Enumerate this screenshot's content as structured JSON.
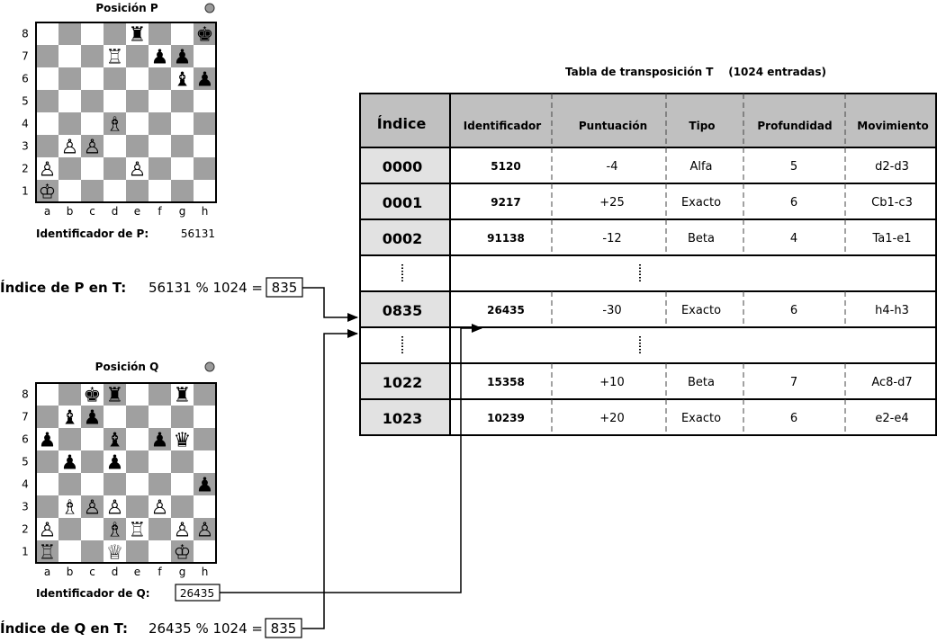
{
  "positionP": {
    "title": "Posición P",
    "identifier_label": "Identificador de P:",
    "identifier_value": "56131",
    "index_label": "Índice de P en T:",
    "index_formula": "56131 % 1024 =",
    "index_result": "835",
    "pieces": [
      {
        "sq": "e8",
        "glyph": "♜"
      },
      {
        "sq": "h8",
        "glyph": "♚"
      },
      {
        "sq": "d7",
        "glyph": "♖"
      },
      {
        "sq": "f7",
        "glyph": "♟"
      },
      {
        "sq": "g7",
        "glyph": "♟"
      },
      {
        "sq": "g6",
        "glyph": "♝"
      },
      {
        "sq": "h6",
        "glyph": "♟"
      },
      {
        "sq": "d4",
        "glyph": "♗"
      },
      {
        "sq": "b3",
        "glyph": "♙"
      },
      {
        "sq": "c3",
        "glyph": "♙"
      },
      {
        "sq": "a2",
        "glyph": "♙"
      },
      {
        "sq": "e2",
        "glyph": "♙"
      },
      {
        "sq": "a1",
        "glyph": "♔"
      }
    ]
  },
  "positionQ": {
    "title": "Posición Q",
    "identifier_label": "Identificador de Q:",
    "identifier_value": "26435",
    "index_label": "Índice de Q en T:",
    "index_formula": "26435 % 1024 =",
    "index_result": "835",
    "pieces": [
      {
        "sq": "c8",
        "glyph": "♚"
      },
      {
        "sq": "d8",
        "glyph": "♜"
      },
      {
        "sq": "g8",
        "glyph": "♜"
      },
      {
        "sq": "b7",
        "glyph": "♝"
      },
      {
        "sq": "c7",
        "glyph": "♟"
      },
      {
        "sq": "a6",
        "glyph": "♟"
      },
      {
        "sq": "d6",
        "glyph": "♝"
      },
      {
        "sq": "f6",
        "glyph": "♟"
      },
      {
        "sq": "g6",
        "glyph": "♛"
      },
      {
        "sq": "b5",
        "glyph": "♟"
      },
      {
        "sq": "d5",
        "glyph": "♟"
      },
      {
        "sq": "h4",
        "glyph": "♟"
      },
      {
        "sq": "b3",
        "glyph": "♗"
      },
      {
        "sq": "c3",
        "glyph": "♙"
      },
      {
        "sq": "d3",
        "glyph": "♙"
      },
      {
        "sq": "f3",
        "glyph": "♙"
      },
      {
        "sq": "a2",
        "glyph": "♙"
      },
      {
        "sq": "d2",
        "glyph": "♗"
      },
      {
        "sq": "e2",
        "glyph": "♖"
      },
      {
        "sq": "g2",
        "glyph": "♙"
      },
      {
        "sq": "h2",
        "glyph": "♙"
      },
      {
        "sq": "a1",
        "glyph": "♖"
      },
      {
        "sq": "d1",
        "glyph": "♕"
      },
      {
        "sq": "g1",
        "glyph": "♔"
      }
    ]
  },
  "board": {
    "ranks": [
      "8",
      "7",
      "6",
      "5",
      "4",
      "3",
      "2",
      "1"
    ],
    "files": [
      "a",
      "b",
      "c",
      "d",
      "e",
      "f",
      "g",
      "h"
    ],
    "dark_color": "#a0a0a0",
    "light_color": "#ffffff",
    "turn_indicator_color": "#9a9a9a"
  },
  "table": {
    "title": "Tabla de transposición T    (1024 entradas)",
    "headers": [
      "Índice",
      "Identificador",
      "Puntuación",
      "Tipo",
      "Profundidad",
      "Movimiento"
    ],
    "rows": [
      {
        "index": "0000",
        "id": "5120",
        "score": "-4",
        "type": "Alfa",
        "depth": "5",
        "move": "d2-d3"
      },
      {
        "index": "0001",
        "id": "9217",
        "score": "+25",
        "type": "Exacto",
        "depth": "6",
        "move": "Cb1-c3"
      },
      {
        "index": "0002",
        "id": "91138",
        "score": "-12",
        "type": "Beta",
        "depth": "4",
        "move": "Ta1-e1"
      },
      {
        "ellipsis": true
      },
      {
        "index": "0835",
        "id": "26435",
        "score": "-30",
        "type": "Exacto",
        "depth": "6",
        "move": "h4-h3"
      },
      {
        "ellipsis": true
      },
      {
        "index": "1022",
        "id": "15358",
        "score": "+10",
        "type": "Beta",
        "depth": "7",
        "move": "Ac8-d7"
      },
      {
        "index": "1023",
        "id": "10239",
        "score": "+20",
        "type": "Exacto",
        "depth": "6",
        "move": "e2-e4"
      }
    ],
    "header_color": "#c0c0c0",
    "index_cell_color": "#e2e2e2"
  }
}
